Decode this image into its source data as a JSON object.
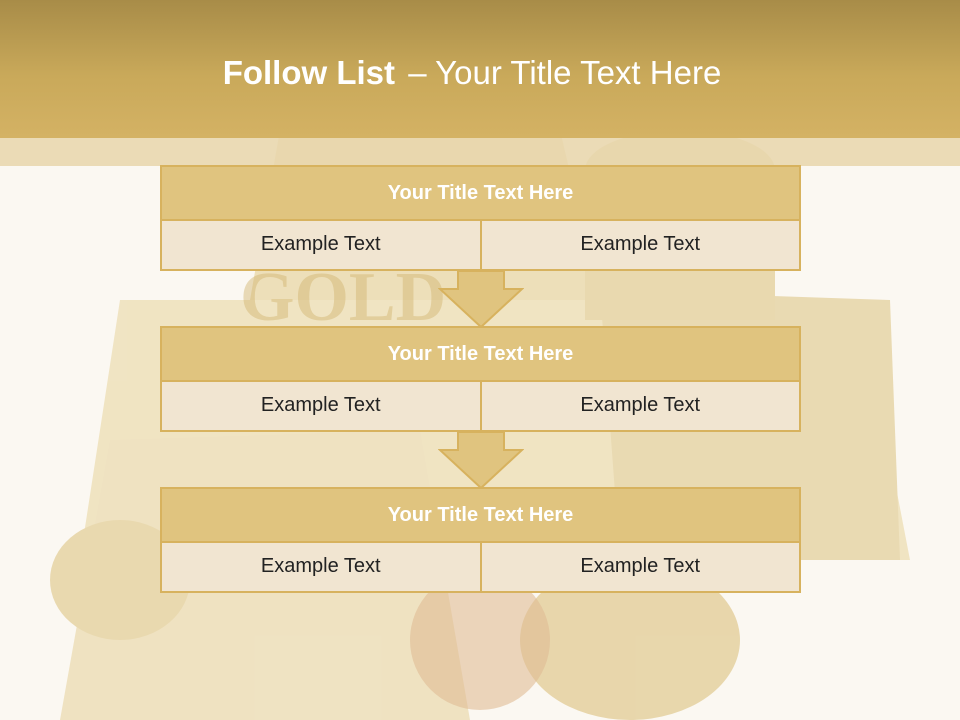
{
  "slide": {
    "title_bold": "Follow List",
    "title_separator": "–",
    "title_rest": "Your Title Text Here"
  },
  "blocks": [
    {
      "title": "Your Title Text Here",
      "left": "Example Text",
      "right": "Example Text"
    },
    {
      "title": "Your Title Text Here",
      "left": "Example Text",
      "right": "Example Text"
    },
    {
      "title": "Your Title Text Here",
      "left": "Example Text",
      "right": "Example Text"
    }
  ],
  "colors": {
    "title_bar": "#c9a95a",
    "block_header": "#e0c47f",
    "block_border": "#d7b25e",
    "block_body": "#f1e5d1",
    "arrow": "#e0c47f"
  }
}
